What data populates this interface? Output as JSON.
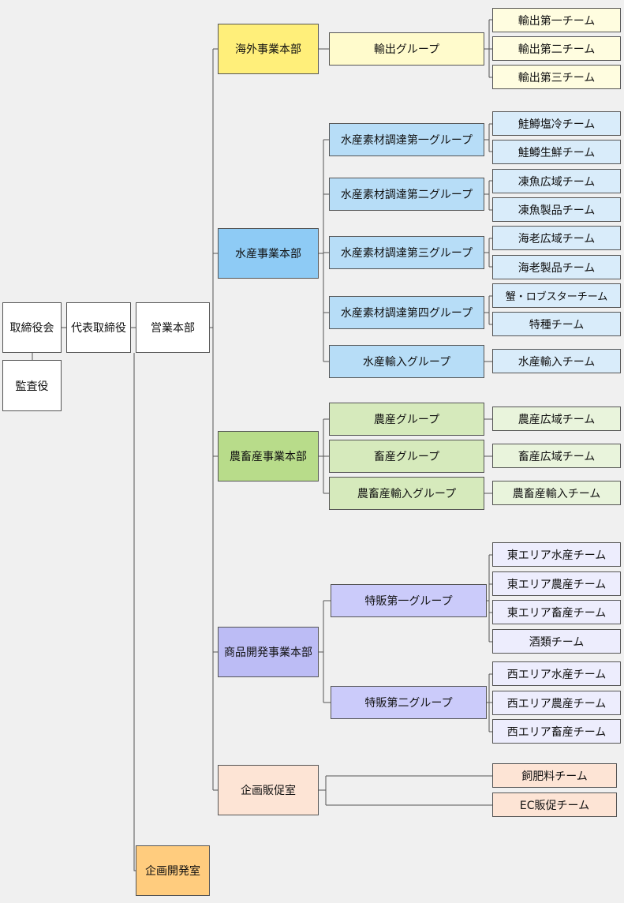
{
  "colors": {
    "background": "#f0f0f0",
    "line": "#555555",
    "board": "#ffffff",
    "overseas": "#ffef7a",
    "overseas_light": "#fffbcc",
    "overseas_team": "#fffde0",
    "marine": "#8ecbf5",
    "marine_light": "#b7ddf7",
    "marine_team": "#d9ecfa",
    "agri": "#b8dc8a",
    "agri_light": "#d6eabc",
    "agri_team": "#e9f4dc",
    "product": "#bcbcf5",
    "product_light": "#cbcbfa",
    "product_team": "#ededfd",
    "planning_sales": "#fde4d5",
    "planning_dev": "#ffcc7e"
  },
  "nodes": {
    "board": "取締役会",
    "auditor": "監査役",
    "ceo": "代表取締役",
    "sales_hq": "営業本部",
    "planning_dev": "企画開発室",
    "overseas": {
      "name": "海外事業本部",
      "groups": [
        {
          "name": "輸出グループ",
          "teams": [
            "輸出第一チーム",
            "輸出第二チーム",
            "輸出第三チーム"
          ]
        }
      ]
    },
    "marine": {
      "name": "水産事業本部",
      "groups": [
        {
          "name": "水産素材調達第一グループ",
          "teams": [
            "鮭鱒塩冷チーム",
            "鮭鱒生鮮チーム"
          ]
        },
        {
          "name": "水産素材調達第二グループ",
          "teams": [
            "凍魚広域チーム",
            "凍魚製品チーム"
          ]
        },
        {
          "name": "水産素材調達第三グループ",
          "teams": [
            "海老広域チーム",
            "海老製品チーム"
          ]
        },
        {
          "name": "水産素材調達第四グループ",
          "teams": [
            "蟹・ロブスターチーム",
            "特種チーム"
          ]
        },
        {
          "name": "水産輸入グループ",
          "teams": [
            "水産輸入チーム"
          ]
        }
      ]
    },
    "agri": {
      "name": "農畜産事業本部",
      "groups": [
        {
          "name": "農産グループ",
          "teams": [
            "農産広域チーム"
          ]
        },
        {
          "name": "畜産グループ",
          "teams": [
            "畜産広域チーム"
          ]
        },
        {
          "name": "農畜産輸入グループ",
          "teams": [
            "農畜産輸入チーム"
          ]
        }
      ]
    },
    "product": {
      "name": "商品開発事業本部",
      "groups": [
        {
          "name": "特販第一グループ",
          "teams": [
            "東エリア水産チーム",
            "東エリア農産チーム",
            "東エリア畜産チーム",
            "酒類チーム"
          ]
        },
        {
          "name": "特販第二グループ",
          "teams": [
            "西エリア水産チーム",
            "西エリア農産チーム",
            "西エリア畜産チーム"
          ]
        }
      ]
    },
    "planning_sales": {
      "name": "企画販促室",
      "teams": [
        "飼肥料チーム",
        "EC販促チーム"
      ]
    }
  }
}
